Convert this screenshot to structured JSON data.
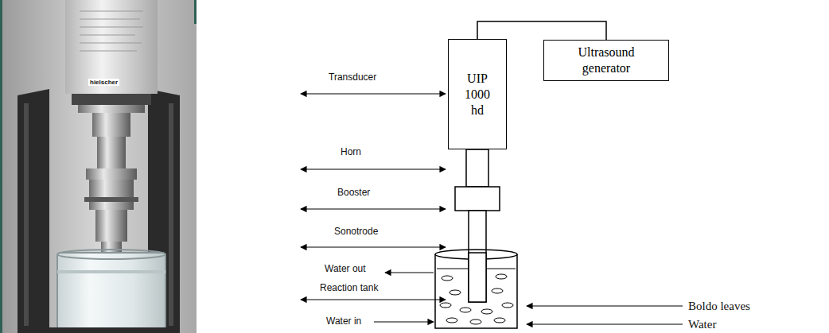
{
  "diagram": {
    "nodes": [
      {
        "text": [
          "UIP 1000 hd"
        ]
      },
      {
        "text": [
          "Ultrasound generator"
        ]
      }
    ],
    "edges": [
      {
        "from": 0,
        "to": 1,
        "arrow": "none"
      }
    ],
    "labels": [
      "hielscher",
      "Transducer",
      "Horn",
      "Booster",
      "Sonotrode",
      "Water out",
      "Reaction tank",
      "Water in",
      "Boldo leaves",
      "Water"
    ]
  }
}
